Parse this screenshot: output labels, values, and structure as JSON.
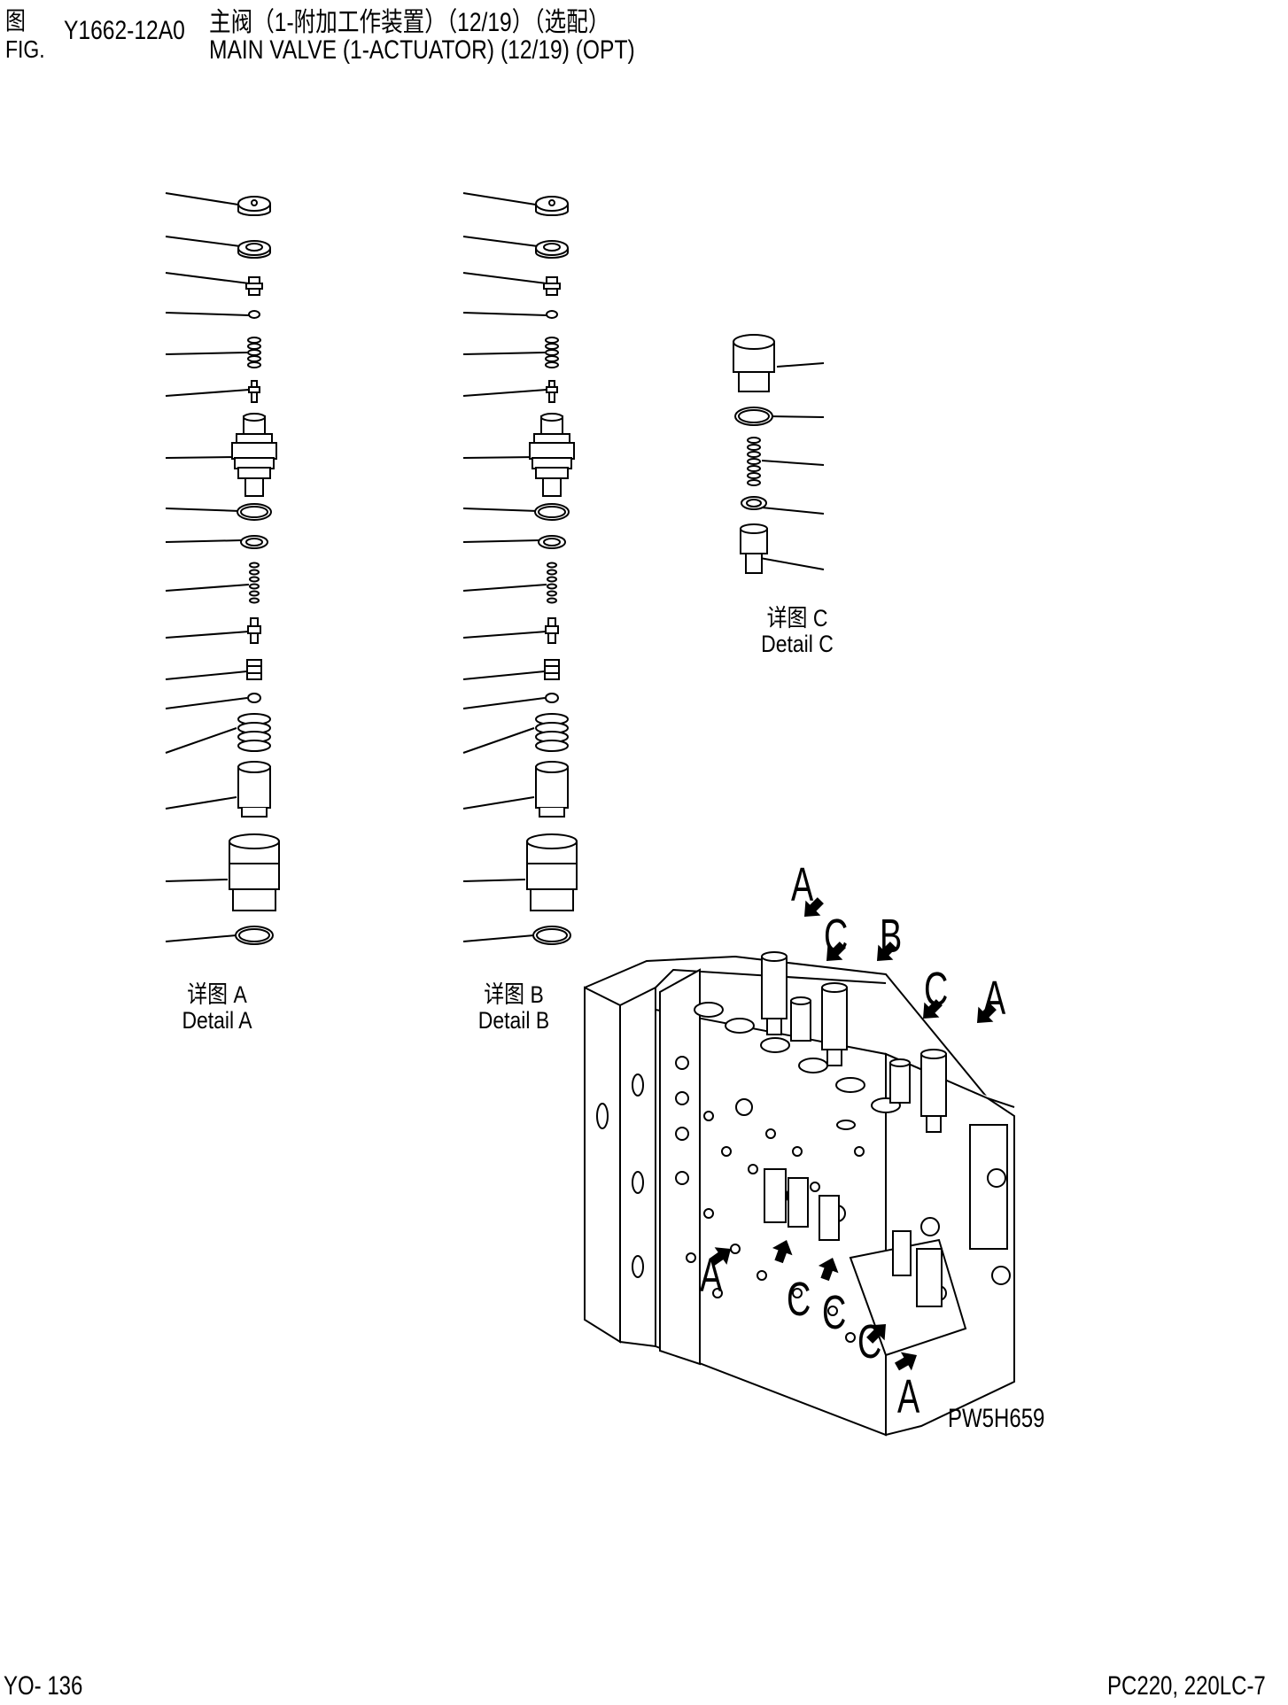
{
  "header": {
    "fig_cn": "图",
    "fig_en": "FIG.",
    "code": "Y1662-12A0",
    "title_cn": "主阀（1-附加工作装置）（12/19）（选配）",
    "title_en": "MAIN VALVE (1-ACTUATOR) (12/19) (OPT)"
  },
  "details": {
    "a_cn": "详图 A",
    "a_en": "Detail A",
    "b_cn": "详图 B",
    "b_en": "Detail B",
    "c_cn": "详图 C",
    "c_en": "Detail C"
  },
  "callouts": {
    "a": "A",
    "b": "B",
    "c": "C"
  },
  "image_code": "PW5H659",
  "footer": {
    "page": "YO- 136",
    "model": "PC220, 220LC-7"
  }
}
